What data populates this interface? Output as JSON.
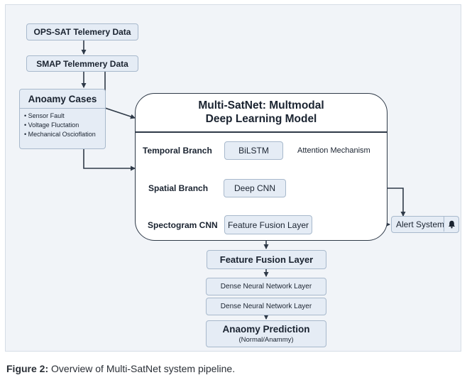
{
  "nodes": {
    "ops_sat": "OPS-SAT Telemery Data",
    "smap": "SMAP Telemmery Data",
    "anomaly_cases": {
      "title": "Anoamy Cases",
      "items": [
        "Sensor Fault",
        "Voltage Fluctation",
        "Mechanical Oscioflation"
      ]
    },
    "model": {
      "title_line1": "Multi-SatNet: Multmodal",
      "title_line2": "Deep Learning Model"
    },
    "temporal_branch": "Temporal Branch",
    "bilstm": "BiLSTM",
    "attention": "Attention Mechanism",
    "spatial_branch": "Spatial Branch",
    "deep_cnn": "Deep CNN",
    "spectogram": "Spectogram CNN",
    "fusion_inner": "Feature Fusion Layer",
    "alert": "Alert System",
    "fusion_outer": "Feature Fusion Layer",
    "dense1": "Dense Neural Network Layer",
    "dense2": "Dense Neural Network Layer",
    "prediction": {
      "title": "Anaomy Prediction",
      "subtitle": "(Normal/Anammy)"
    }
  },
  "icons": {
    "alert": "bell-icon"
  },
  "caption": {
    "label": "Figure 2:",
    "text": " Overview of Multi-SatNet system pipeline."
  },
  "colors": {
    "box_fill": "#e5ecf5",
    "box_border": "#a8b9cc",
    "arrow": "#2f3a48",
    "background": "#f1f4f8"
  }
}
